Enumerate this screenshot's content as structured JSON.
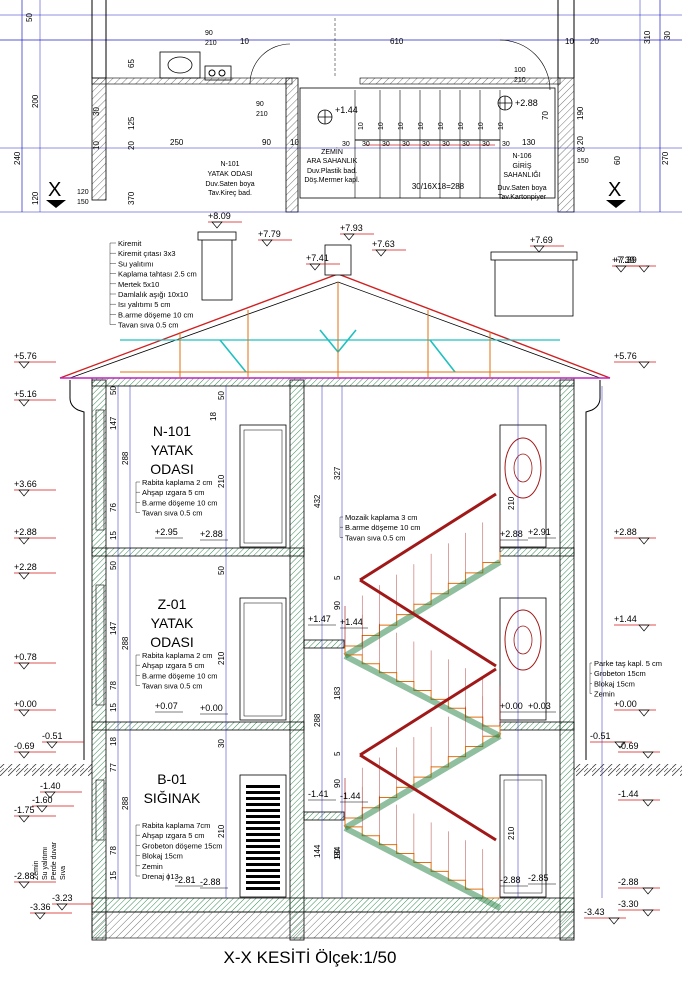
{
  "plan": {
    "rooms": [
      {
        "code": "N-101",
        "name": "YATAK ODASI"
      },
      {
        "code": "ZEMİN",
        "name": "ARA SAHANLIK"
      },
      {
        "code": "N-106",
        "name": "GİRİŞ",
        "name2": "SAHANLIĞI"
      }
    ],
    "finish_notes": [
      "Duv.Saten boya",
      "Tav.Kireç bad.",
      "Duv.Plastik bad.",
      "Döş.Mermer kapl.",
      "Tav.Kartonpiyer"
    ],
    "stair_spec": "30/16X18=288",
    "section_mark": "X",
    "levels": [
      "+1.44",
      "+2.88"
    ],
    "dims_top": [
      "50",
      "10",
      "610",
      "10",
      "20",
      "310",
      "30"
    ],
    "door_top": [
      "90",
      "210"
    ],
    "door_mid": [
      "90",
      "210"
    ],
    "door_right": [
      "100",
      "210"
    ],
    "door_far_right": [
      "80",
      "150"
    ],
    "window_left": [
      "120",
      "150"
    ],
    "dims_left": [
      "65",
      "125",
      "20",
      "370",
      "240",
      "200",
      "30",
      "120",
      "10"
    ],
    "dims_bottom": [
      "250",
      "90",
      "10",
      "130"
    ],
    "dims_right": [
      "70",
      "190",
      "20",
      "60",
      "270"
    ],
    "stair_tread_marks": [
      "10",
      "10",
      "10",
      "10",
      "10",
      "10",
      "10",
      "10"
    ],
    "stair_run_marks": [
      "30",
      "30",
      "30",
      "30",
      "30",
      "30",
      "30",
      "30",
      "30"
    ]
  },
  "section": {
    "roof_levels": [
      "+8.09",
      "+7.79",
      "+7.93",
      "+7.63",
      "+7.41",
      "+7.69",
      "+7.39"
    ],
    "roof_layers": [
      "Kiremit",
      "Kiremit çıtası 3x3",
      "Su yalıtımı",
      "Kaplama tahtası 2.5 cm",
      "Mertek 5x10",
      "Damlalık aşığı 10x10",
      "Isı yalıtımı 5 cm",
      "B.arme döşeme 10 cm",
      "Tavan sıva 0.5 cm"
    ],
    "left_levels": [
      "+5.76",
      "+5.16",
      "+3.66",
      "+2.88",
      "+2.28",
      "+0.78",
      "+0.00",
      "-0.69",
      "-0.51",
      "-1.40",
      "-1.60",
      "-1.75",
      "-2.88",
      "-3.23",
      "-3.36"
    ],
    "right_levels": [
      "+7.39",
      "+5.76",
      "+2.88",
      "+1.44",
      "+0.00",
      "-0.51",
      "-0.69",
      "-1.44",
      "-2.88",
      "-3.30",
      "-3.43"
    ],
    "interior_levels": [
      "+2.95",
      "+2.88",
      "+0.07",
      "+0.00",
      "-2.81",
      "-2.88",
      "+1.47",
      "+1.44",
      "-1.41",
      "-1.44",
      "+2.88",
      "+2.91",
      "+0.00",
      "+0.03",
      "-2.88",
      "-2.85"
    ],
    "rooms": [
      {
        "code": "N-101",
        "line1": "YATAK",
        "line2": "ODASI"
      },
      {
        "code": "Z-01",
        "line1": "YATAK",
        "line2": "ODASI"
      },
      {
        "code": "B-01",
        "line1": "SIĞINAK",
        "line2": ""
      }
    ],
    "floor_layers_upper": [
      "Rabita kaplama 2 cm",
      "Ahşap ızgara 5 cm",
      "B.arme döşeme 10 cm",
      "Tavan sıva 0.5 cm"
    ],
    "floor_layers_ground": [
      "Rabita kaplama 2 cm",
      "Ahşap ızgara 5 cm",
      "B.arme döşeme 10 cm",
      "Tavan sıva 0.5 cm"
    ],
    "floor_layers_basement": [
      "Rabita kaplama 7cm",
      "Ahşap ızgara 5 cm",
      "Grobeton döşeme 15cm",
      "Blokaj 15cm",
      "Zemin",
      "Drenaj ϕ13"
    ],
    "stair_layers": [
      "Mozaik kaplama 3 cm",
      "B.arme döşeme 10 cm",
      "Tavan sıva 0.5 cm"
    ],
    "right_floor_layers": [
      "Parke taş kapl. 5 cm",
      "Grobeton 15cm",
      "Blokaj 15cm",
      "Zemin"
    ],
    "wall_layers": [
      "Zemin",
      "Su yalıtımı",
      "Perde duvar",
      "Sıva"
    ],
    "vertical_dims_left": [
      "50",
      "147",
      "288",
      "76",
      "15",
      "50",
      "147",
      "288",
      "78",
      "15",
      "18",
      "77",
      "288",
      "78",
      "15"
    ],
    "vertical_dims_mid": [
      "50",
      "210",
      "50",
      "210",
      "30",
      "210"
    ],
    "stair_dims": [
      "327",
      "432",
      "90",
      "183",
      "288",
      "90",
      "134",
      "144",
      "90",
      "210",
      "210"
    ],
    "small_dims": [
      "5",
      "5",
      "18"
    ]
  },
  "title": "X-X KESİTİ  Ölçek:1/50",
  "colors": {
    "line": "#000000",
    "dim_blue": "#2020c0",
    "roof_red": "#d02020",
    "stair_maroon": "#a01818",
    "wall_green": "#208040",
    "cyan": "#20c0c0",
    "magenta": "#c020c0",
    "orange": "#e07010",
    "hatch": "#606060",
    "level_red": "#d01818"
  }
}
